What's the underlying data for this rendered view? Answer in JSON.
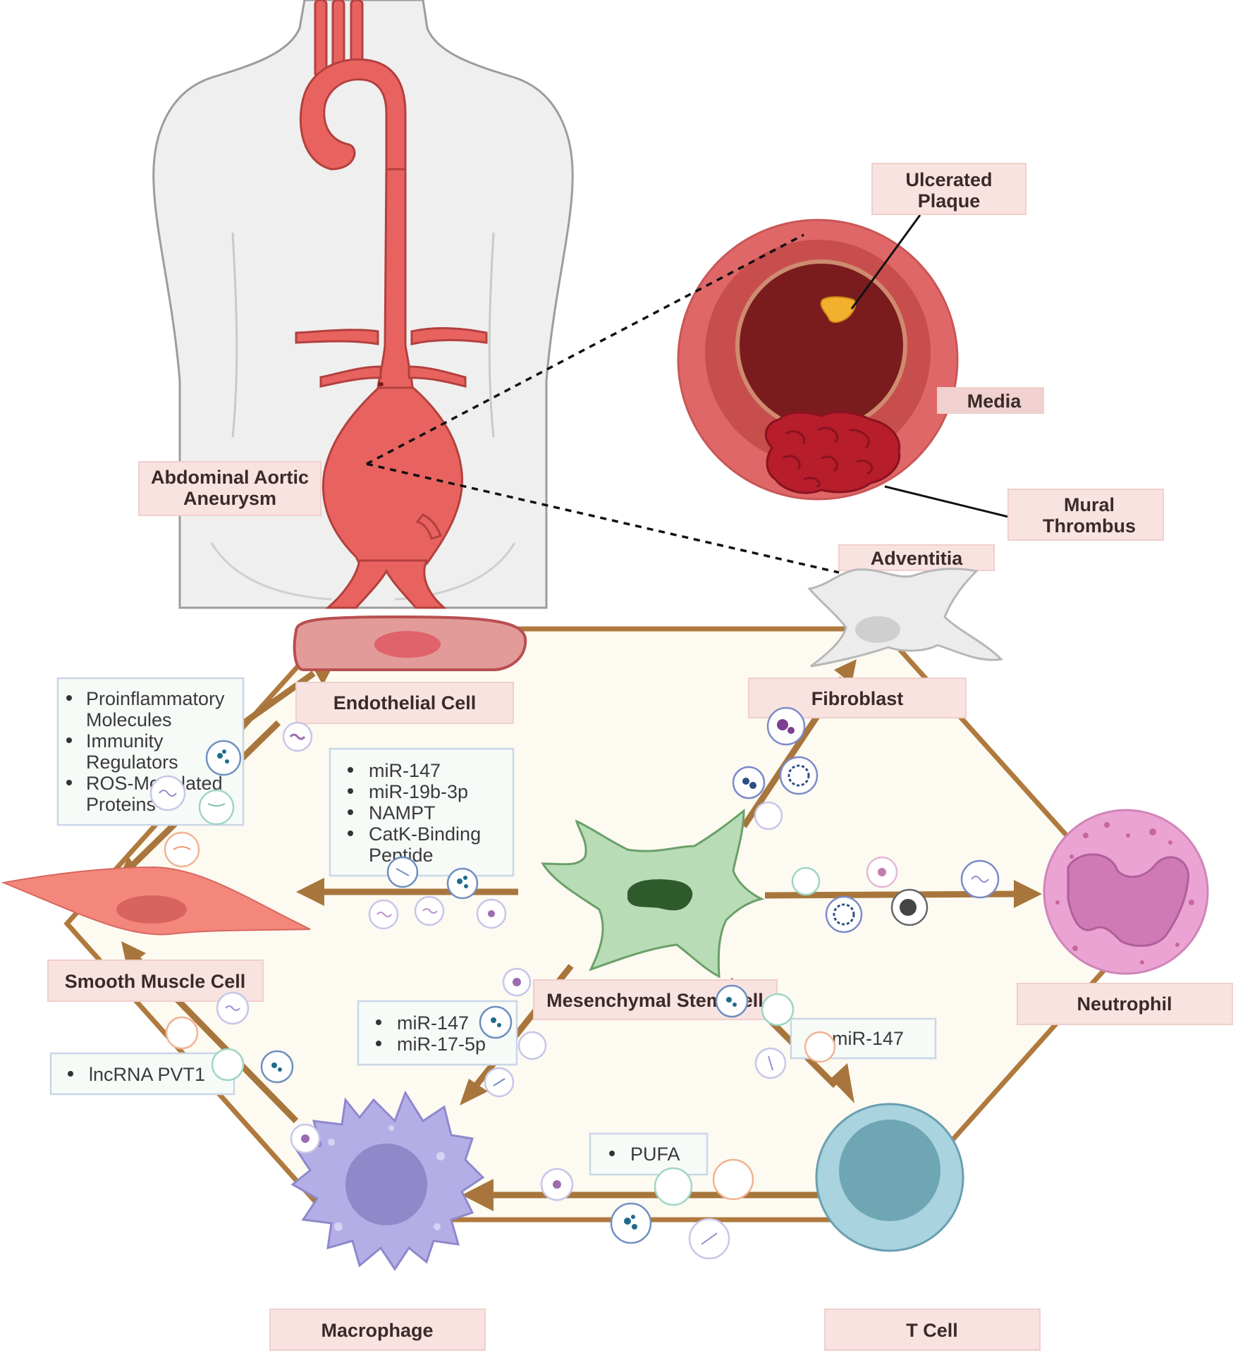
{
  "anatomy": {
    "aaa_label_line1": "Abdominal Aortic",
    "aaa_label_line2": "Aneurysm"
  },
  "vessel_cross_section": {
    "ulcerated_plaque_line1": "Ulcerated",
    "ulcerated_plaque_line2": "Plaque",
    "media": "Media",
    "mural_thrombus_line1": "Mural",
    "mural_thrombus_line2": "Thrombus",
    "adventitia": "Adventitia"
  },
  "cells": {
    "endothelial": "Endothelial Cell",
    "fibroblast": "Fibroblast",
    "smooth_muscle": "Smooth Muscle Cell",
    "msc": "Mesenchymal Stem Cell",
    "neutrophil": "Neutrophil",
    "macrophage": "Macrophage",
    "t_cell": "T Cell"
  },
  "cargo": {
    "endothelial_to_smc": [
      "Proinflammatory",
      "Molecules",
      "Immunity",
      "Regulators",
      "ROS-Modulated",
      "Proteins"
    ],
    "msc_to_smc": [
      "miR-147",
      "miR-19b-3p",
      "NAMPT",
      "CatK-Binding",
      "Peptide"
    ],
    "msc_to_macrophage": [
      "miR-147",
      "miR-17-5p"
    ],
    "msc_to_tcell": [
      "miR-147"
    ],
    "macrophage_to_smc": [
      "lncRNA PVT1"
    ],
    "tcell_to_macrophage": [
      "PUFA"
    ]
  },
  "colors": {
    "arrow": "#a8763c",
    "hexagon_fill": "#fcfaf1",
    "label_fill": "#f9e3e1",
    "aorta": "#e8635f",
    "msc": "#b5dcb3",
    "neutrophil": "#eaa3d2",
    "macrophage": "#b3afe6",
    "t_cell": "#a8d3df"
  }
}
